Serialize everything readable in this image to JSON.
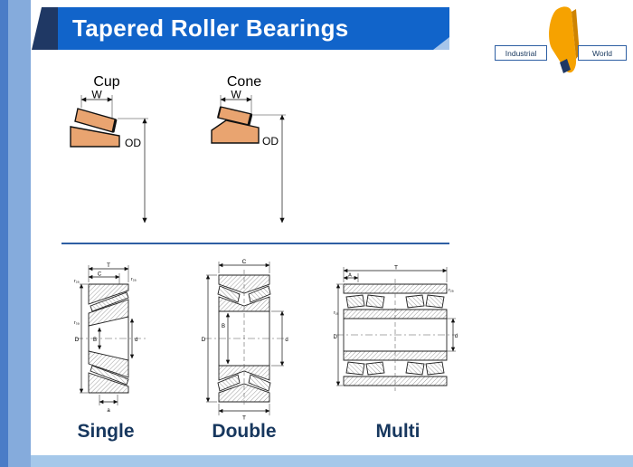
{
  "header": {
    "title": "Tapered Roller Bearings"
  },
  "logo": {
    "industrial": "Industrial",
    "world": "World"
  },
  "top_diagrams": {
    "cup": {
      "title": "Cup",
      "dim_w": "W",
      "dim_od": "OD"
    },
    "cone": {
      "title": "Cone",
      "dim_w": "W",
      "dim_od": "OD"
    }
  },
  "bottom_diagrams": {
    "single": {
      "caption": "Single",
      "dims": {
        "t": "T",
        "c": "C",
        "r2a_left": "r₂ₐ",
        "r2a_right": "r₂ₐ",
        "r3a": "r₃ₐ",
        "b": "B",
        "d": "d",
        "D": "D",
        "a": "a"
      }
    },
    "double": {
      "caption": "Double",
      "dims": {
        "c": "C",
        "b": "B",
        "D": "D",
        "d": "d",
        "t": "T"
      }
    },
    "multi": {
      "caption": "Multi",
      "dims": {
        "t": "T",
        "a": "A",
        "r2a": "r₂ₐ",
        "r1a": "r₁ₐ",
        "d": "d",
        "D": "D"
      }
    }
  },
  "colors": {
    "header_blue": "#1164CA",
    "navy": "#1F3864",
    "light_blue": "#A5C8EA",
    "bearing_tan": "#E9A470",
    "logo_orange": "#F6A200"
  }
}
